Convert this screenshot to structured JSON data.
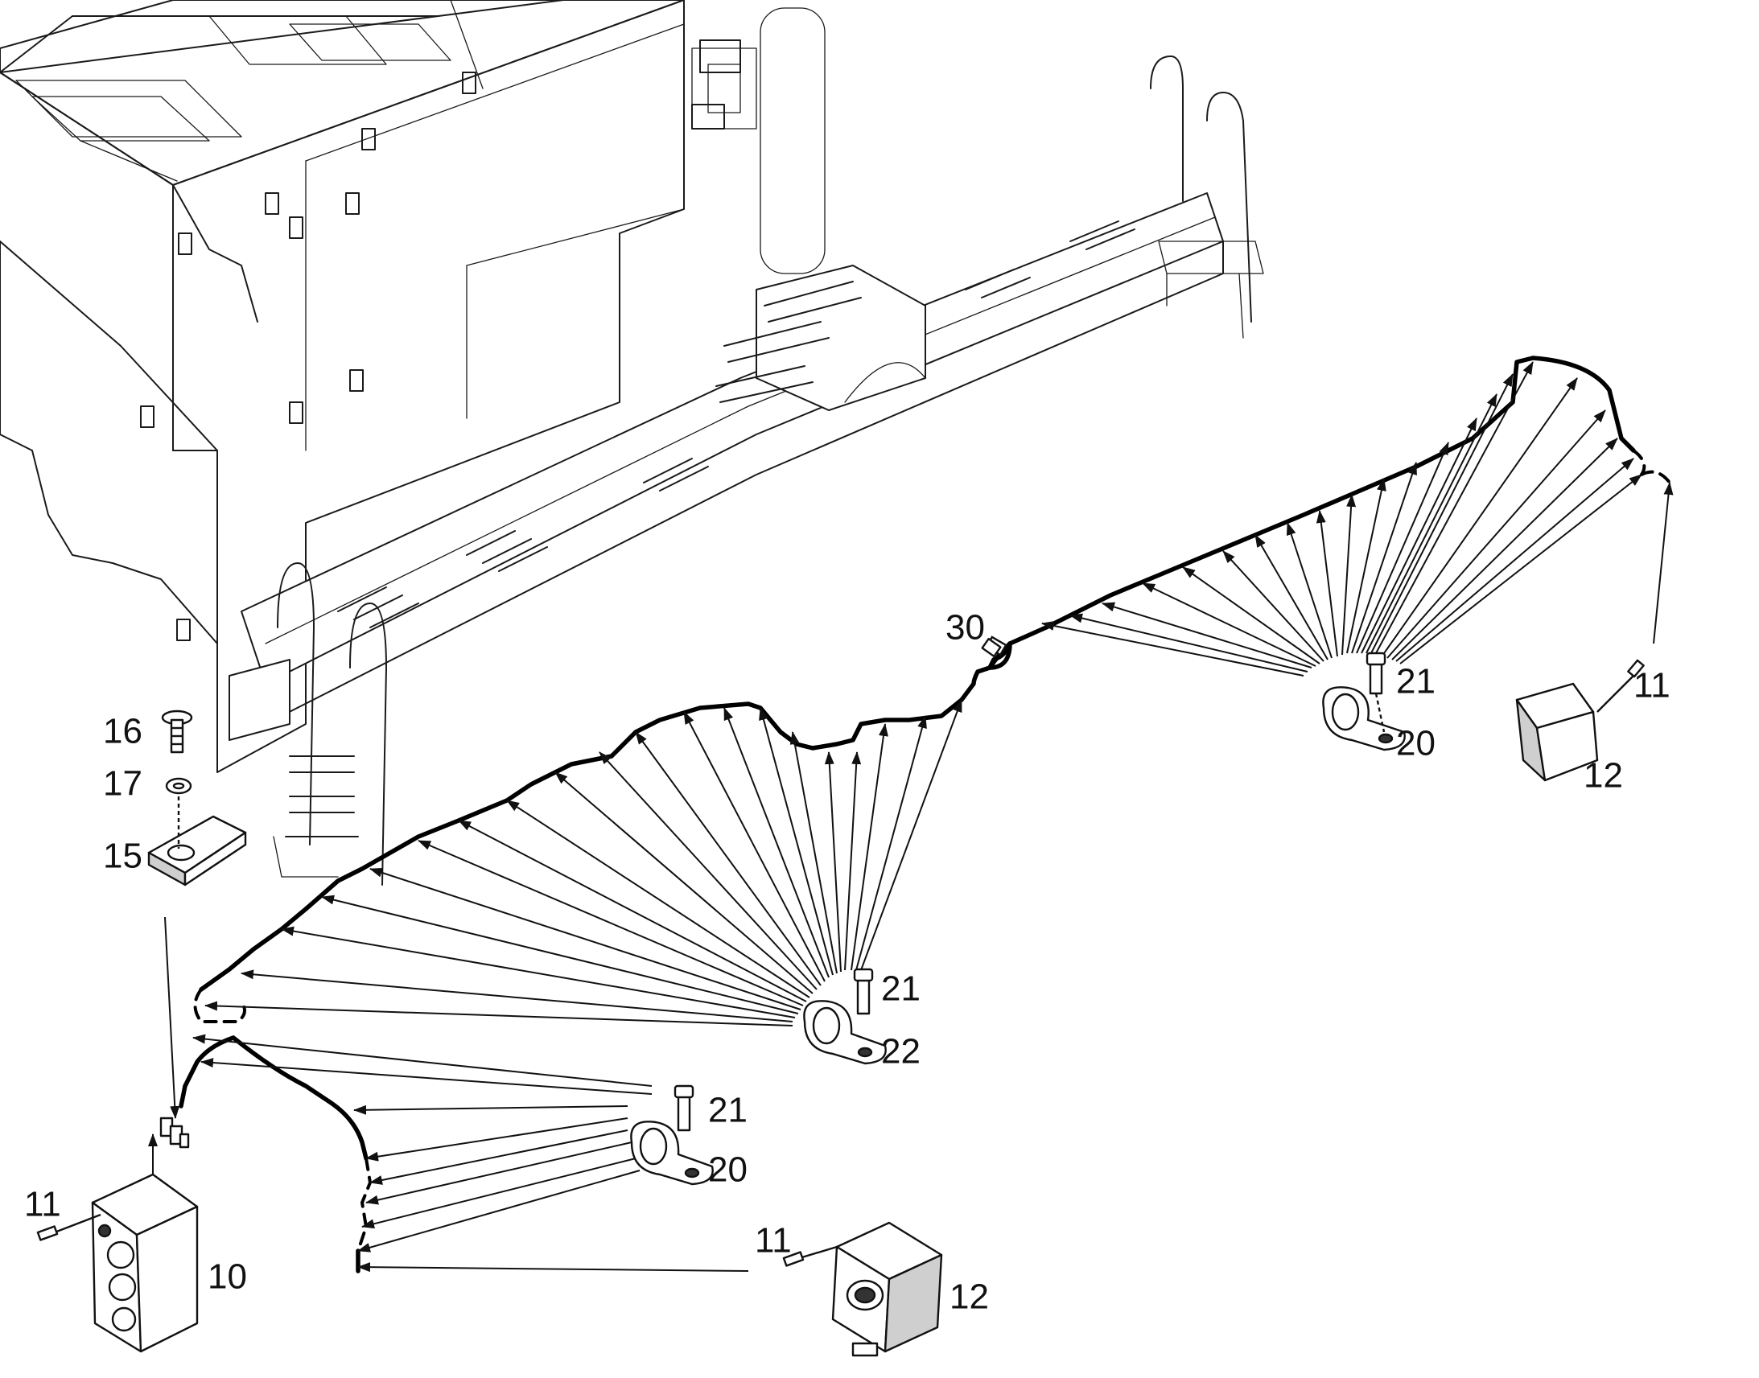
{
  "callouts": {
    "c30": "30",
    "c21_top": "21",
    "c20_top": "20",
    "c11_right": "11",
    "c12_right": "12",
    "c16": "16",
    "c17": "17",
    "c15": "15",
    "c21_mid": "21",
    "c22": "22",
    "c21_low": "21",
    "c20_low": "20",
    "c11_left": "11",
    "c10": "10",
    "c11_bottom": "11",
    "c12_bottom": "12"
  },
  "colors": {
    "line": "#111111",
    "background": "#ffffff"
  }
}
